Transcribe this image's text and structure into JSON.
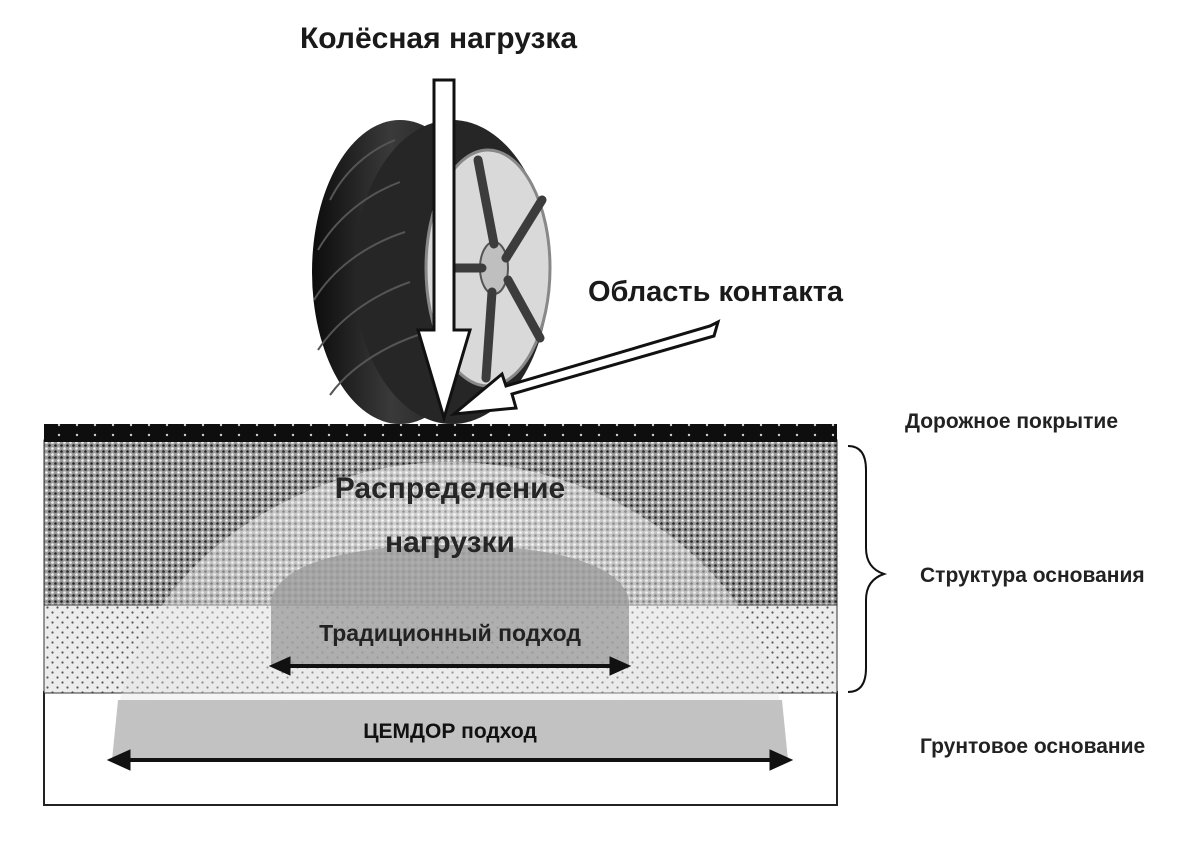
{
  "labels": {
    "wheel_load": "Колёсная нагрузка",
    "contact_area": "Область контакта",
    "load_distribution_line1": "Распределение",
    "load_distribution_line2": "нагрузки",
    "traditional_approach": "Традиционный подход",
    "cemdor_approach": "ЦЕМДОР подход",
    "road_surface": "Дорожное покрытие",
    "base_structure": "Структура основания",
    "soil_foundation": "Грунтовое основание"
  },
  "colors": {
    "surface_layer": "#111111",
    "base_layer_dense": "#6e6e6e",
    "base_layer_light": "#c8c8c8",
    "soil_layer": "#ffffff",
    "traditional_zone": "#8a8a8a",
    "cemdor_zone": "#b4b4b4",
    "tire": "#1e1e1e",
    "rim": "#d6d6d6"
  }
}
